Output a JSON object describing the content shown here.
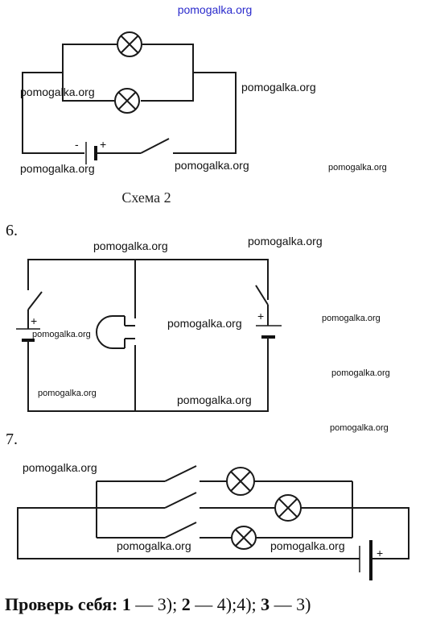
{
  "watermark_top": "pomogalka.org",
  "watermark": "pomogalka.org",
  "scheme2": {
    "caption": "Схема 2",
    "battery_minus": "-",
    "battery_plus": "+"
  },
  "task6": {
    "number": "6.",
    "battery_left_plus": "+",
    "battery_right_plus": "+"
  },
  "task7": {
    "number": "7.",
    "battery_plus": "+"
  },
  "answer": {
    "label": "Проверь себя:",
    "n1": "1",
    "a1": " — 3); ",
    "n2": "2",
    "a2": " — 4);4); ",
    "n3": "3",
    "a3": " — 3)"
  }
}
